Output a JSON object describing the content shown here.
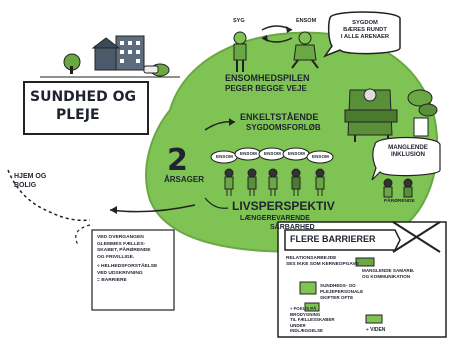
{
  "title": {
    "line1": "SUNDHED OG",
    "line2": "PLEJE"
  },
  "labels": {
    "syg": "SYG",
    "ensom": "ENSOM",
    "ensomhedspilen_1": "ENSOMHEDSPILEN",
    "ensomhedspilen_2": "PEGER BEGGE VEJE",
    "enkelt_1": "ENKELTSTÅENDE",
    "enkelt_2": "SYGDOMSFORLØB",
    "aarsager": "ÅRSAGER",
    "ensom_small": "ENSOM",
    "livsperspektiv": "LIVSPERSPEKTIV",
    "laengere_1": "LÆNGEREVARENDE",
    "laengere_2": "SÅRBARHED",
    "manglende_1": "MANGLENDE",
    "manglende_2": "INKLUSION",
    "paaroerende": "PÅRØRENDE",
    "hjem_1": "HJEM OG",
    "hjem_2": "BOLIG",
    "flere_barrierer": "FLERE BARRIERER"
  },
  "speech": {
    "line1": "SYGDOM",
    "line2": "BÆRES RUNDT",
    "line3": "I ALLE ARENAER"
  },
  "note": {
    "l1": "VED OVERGANGEN",
    "l2": "GLEMMES FÆLLES-",
    "l3": "SKABET, PÅRØRENDE",
    "l4": "OG FRIVILLIGE.",
    "l5": "÷ HELHEDSFORSTÅELSE",
    "l6": "VED UDSKRIVNING",
    "l7": "= BARRIERE"
  },
  "barriers": {
    "relation_1": "RELATIONSARBEJDE",
    "relation_2": "SES IKKE SOM KERNEOPGAVE",
    "samarb_1": "MANGLENDE SAMARB.",
    "samarb_2": "OG KOMMUNIKATION",
    "personale_1": "SUNDHEDS- OG",
    "personale_2": "PLEJEPERSONALE",
    "personale_3": "SKIFTER OFTE",
    "fokus_1": "÷ FOKUS PÅ",
    "fokus_2": "BRODYGNING",
    "fokus_3": "TIL FÆLLESSKABER",
    "fokus_4": "UNDER",
    "fokus_5": "INDLÆGGELSE",
    "viden": "÷ VIDEN"
  },
  "colors": {
    "green": "#7fc354",
    "dark_green": "#5a8f3a",
    "ink": "#1f2330"
  }
}
